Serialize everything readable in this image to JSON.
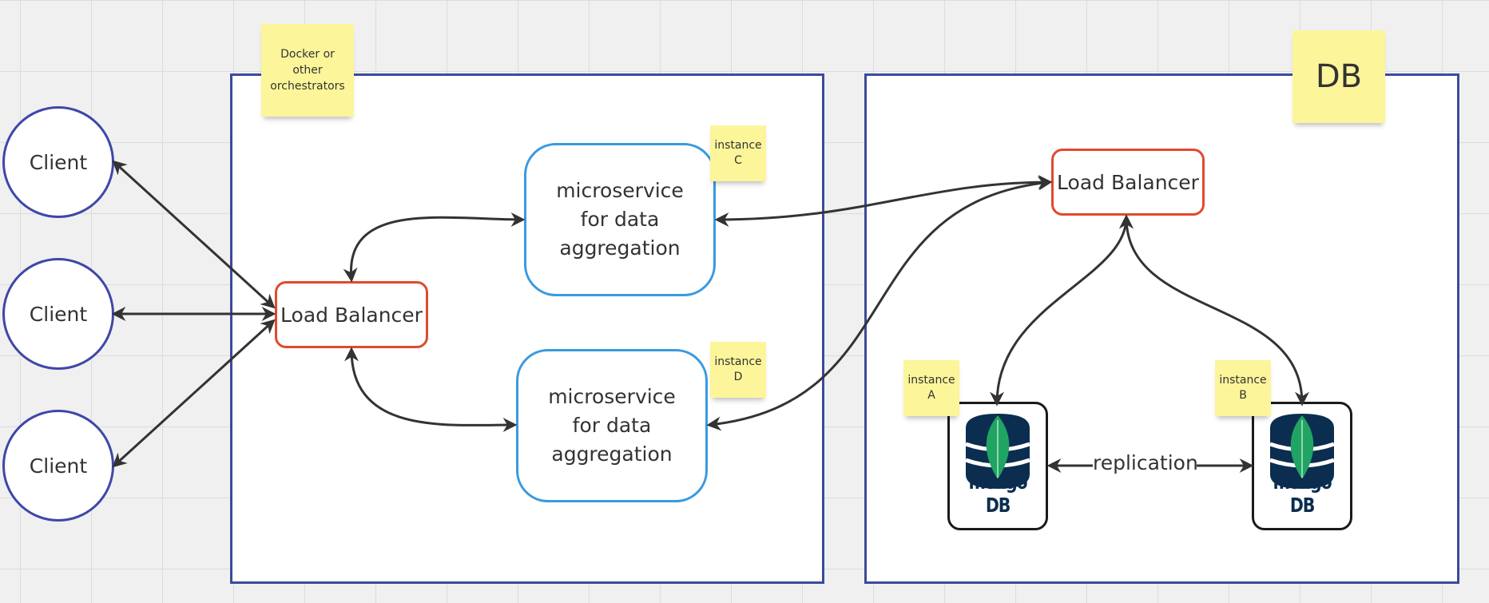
{
  "clients": [
    "Client",
    "Client",
    "Client"
  ],
  "load_balancer_app": "Load Balancer",
  "load_balancer_db": "Load Balancer",
  "microservices": [
    "microservice\nfor data\naggregation",
    "microservice\nfor data\naggregation"
  ],
  "stickies": {
    "orchestrators": "Docker or\nother\norchestrators",
    "db": "DB",
    "instance_c": "instance\nC",
    "instance_d": "instance\nD",
    "instance_a": "instance\nA",
    "instance_b": "instance\nB"
  },
  "databases": [
    "mongo DB",
    "mongo DB"
  ],
  "replication_label": "replication",
  "colors": {
    "frame": "#3c4a9c",
    "client_border": "#3f47a8",
    "load_balancer": "#e04a2f",
    "microservice": "#3a9ae0",
    "sticky": "#fcf59a",
    "arrow": "#333333",
    "mongo_leaf": "#1fa463",
    "mongo_navy": "#0b2d4f"
  }
}
